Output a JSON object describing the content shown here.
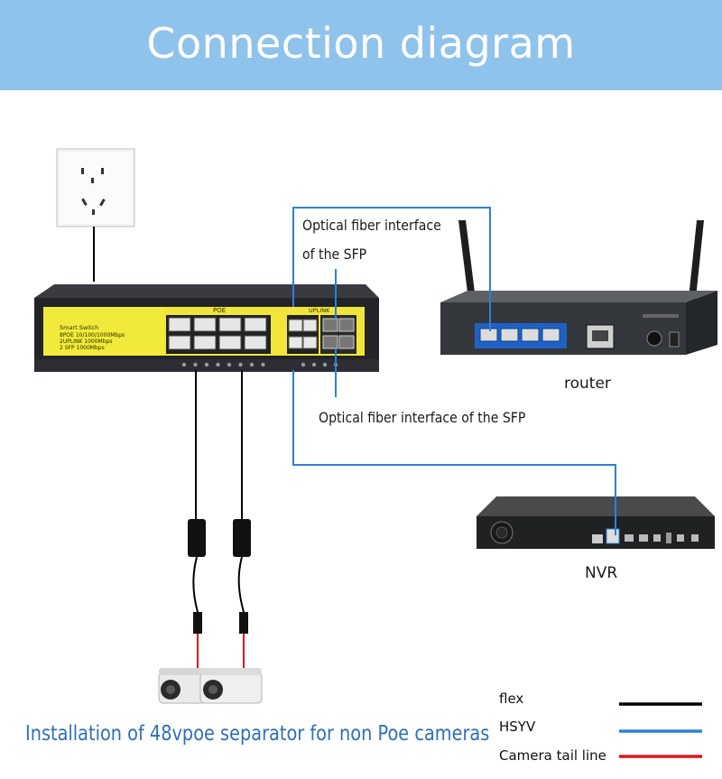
{
  "header": {
    "title": "Connection diagram"
  },
  "labels": {
    "sfp_top_line1": "Optical fiber interface",
    "sfp_top_line2": "of the SFP",
    "sfp_bottom": "Optical fiber interface of the SFP",
    "router": "router",
    "nvr": "NVR"
  },
  "switch": {
    "line1": "Smart Switch",
    "line2": "8POE 10/100/1000Mbps",
    "line3": "2UPLINK 1000Mbps",
    "line4": "2 SFP 1000Mbps",
    "poe_label": "POE",
    "uplink_label": "UPLINK"
  },
  "caption": "Installation of 48vpoe separator for non Poe cameras",
  "legend": [
    {
      "label": "flex",
      "color": "#000000"
    },
    {
      "label": "HSYV",
      "color": "#2f7fd8"
    },
    {
      "label": "Camera tail line",
      "color": "#e0161c"
    }
  ],
  "colors": {
    "banner": "#8fc3ec",
    "cable_blue": "#2f7fd8",
    "switch_panel": "#f2ea3a"
  }
}
